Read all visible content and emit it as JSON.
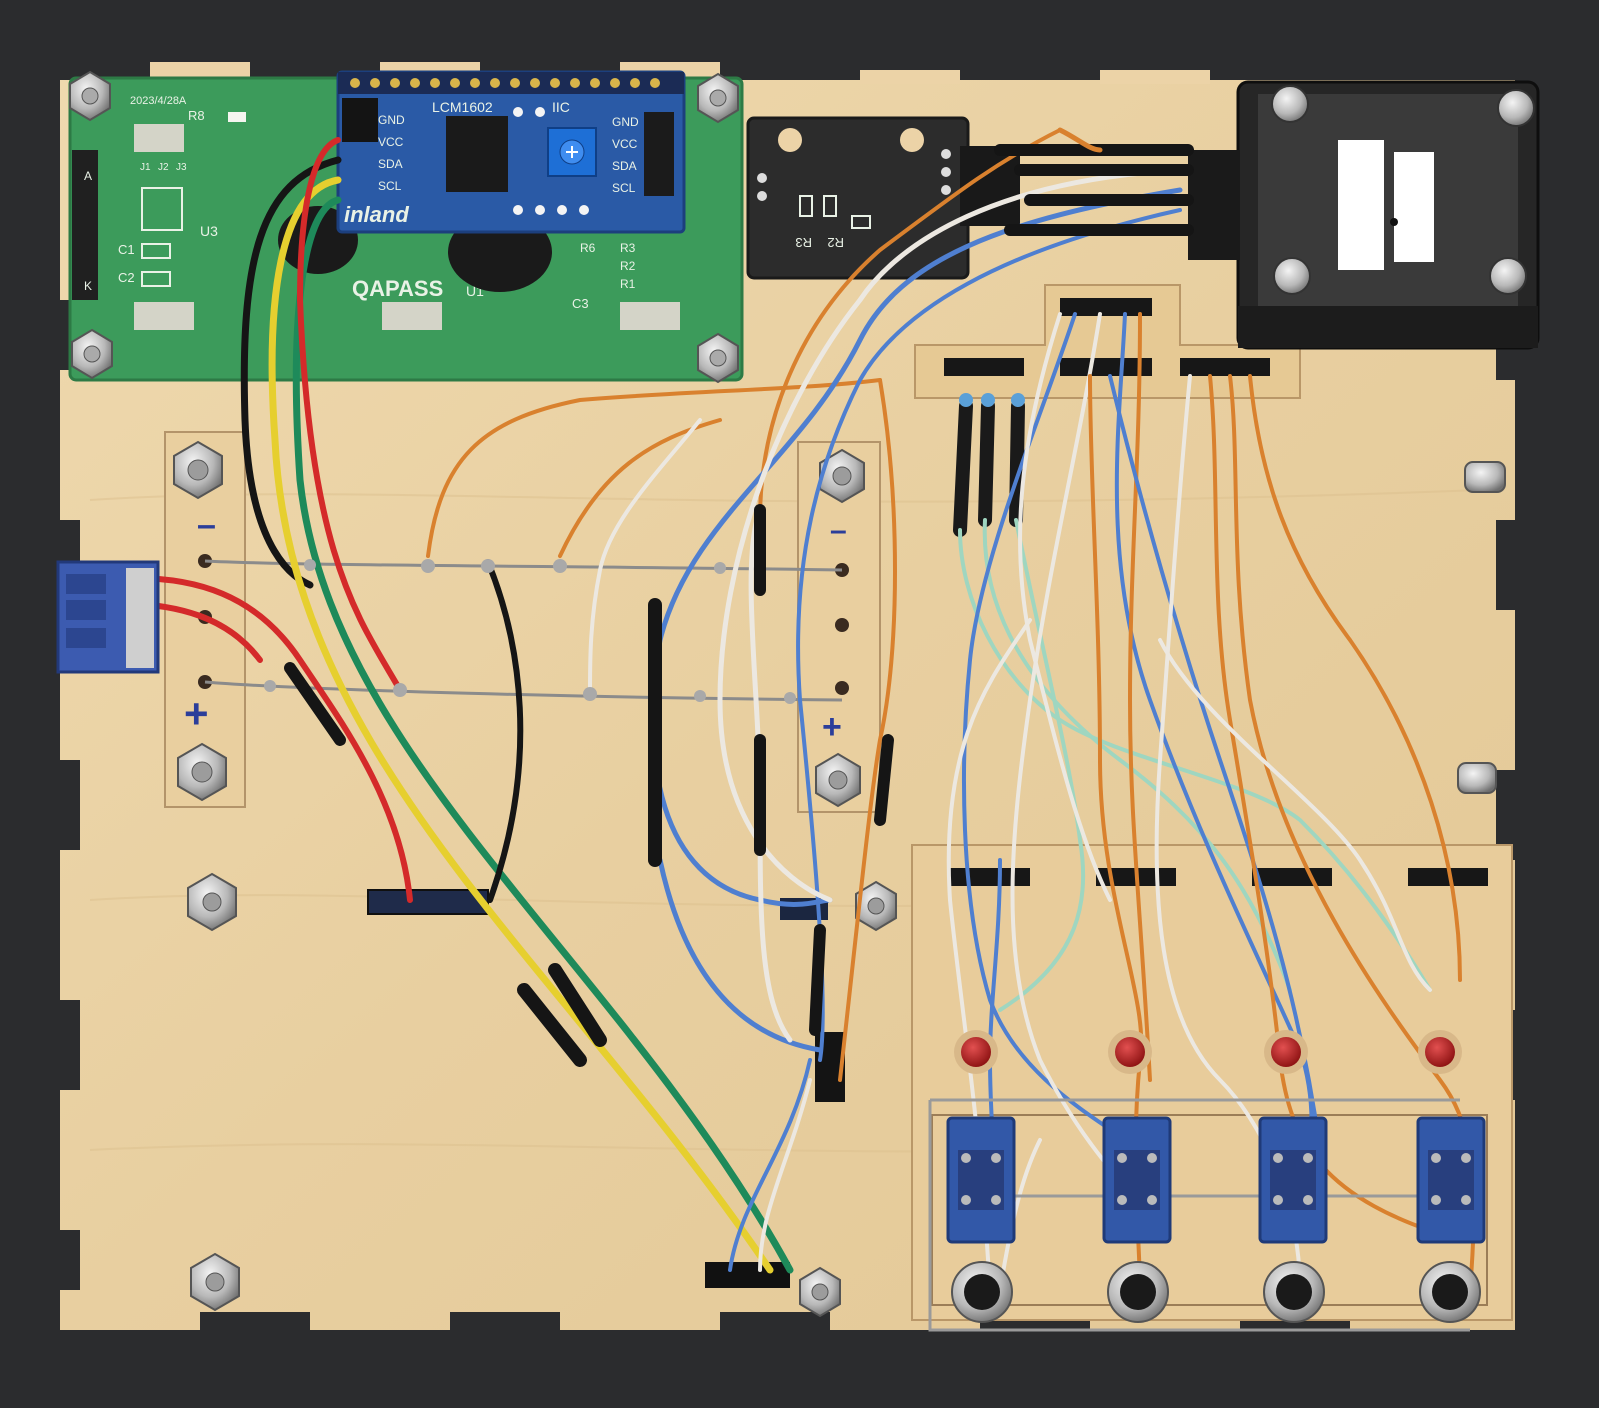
{
  "lcd_module": {
    "brand": "QAPASS",
    "date_code": "2023/4/28A",
    "silkscreen": [
      "R8",
      "U3",
      "C1",
      "C2",
      "J1",
      "J2",
      "J3",
      "U1",
      "C3",
      "R6",
      "R3",
      "R2",
      "R1",
      "A",
      "K"
    ]
  },
  "i2c_backpack": {
    "model": "LCM1602",
    "bus": "IIC",
    "brand": "inland",
    "pins": [
      "GND",
      "VCC",
      "SDA",
      "SCL"
    ]
  },
  "sensor_board": {
    "silkscreen": [
      "R3",
      "R2"
    ]
  },
  "power_rail": {
    "negative_label": "–",
    "positive_label": "+"
  },
  "right_rail": {
    "negative_label": "–",
    "positive_label": "+"
  },
  "colors": {
    "background": "#2b2c2e",
    "plywood": "#ecd3a7",
    "pcb_green": "#3c9b5b",
    "backpack_blue": "#2a5aa6",
    "wire_red": "#d42a2a",
    "wire_yellow": "#e6cf2f",
    "wire_green": "#1e8a5a",
    "wire_black": "#151515",
    "wire_blue": "#4f7fd0",
    "wire_orange": "#d9812e",
    "wire_white": "#ece8e1",
    "led_red": "#b81d1d"
  },
  "icons": [
    "hex-nut-icon",
    "led-icon",
    "push-button-icon",
    "dip-switch-icon",
    "pin-header-icon"
  ],
  "counts": {
    "leds": 4,
    "push_buttons": 4,
    "dip_switches": 4
  }
}
